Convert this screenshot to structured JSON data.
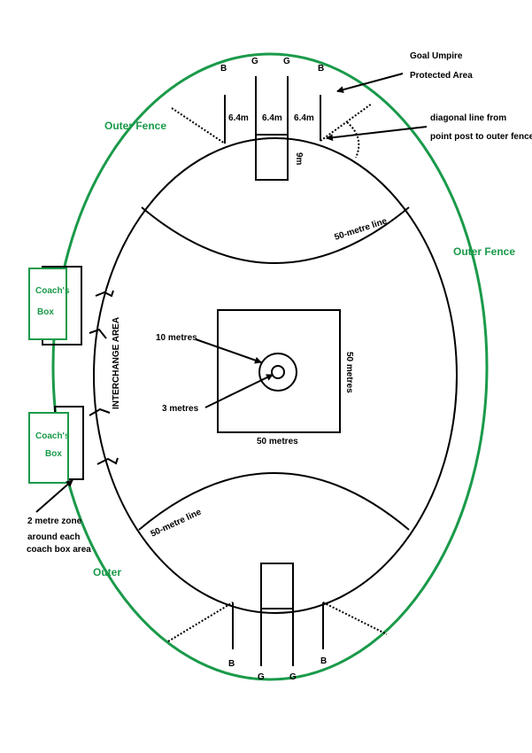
{
  "colors": {
    "fence": "#1a9a4a",
    "lines": "#000000",
    "background": "#ffffff"
  },
  "labels": {
    "goal_umpire_1": "Goal Umpire",
    "goal_umpire_2": "Protected Area",
    "diagonal_1": "diagonal line from",
    "diagonal_2": "point post to outer fence",
    "outer_fence_left": "Outer Fence",
    "outer_fence_right": "Outer Fence",
    "outer_lower": "Outer",
    "post_b": "B",
    "post_g": "G",
    "gap_1": "6.4m",
    "gap_2": "6.4m",
    "gap_3": "6.4m",
    "square_depth": "9m",
    "fifty_top": "50-metre line",
    "fifty_bottom": "50-metre line",
    "coach_box_1a": "Coach's",
    "coach_box_1b": "Box",
    "coach_box_2a": "Coach's",
    "coach_box_2b": "Box",
    "interchange": "INTERCHANGE AREA",
    "ten_metres": "10 metres",
    "three_metres": "3 metres",
    "fifty_metres_bottom": "50 metres",
    "fifty_metres_side": "50 metres",
    "zone_1": "2 metre zone",
    "zone_2": "around each",
    "zone_3": "coach box area"
  }
}
